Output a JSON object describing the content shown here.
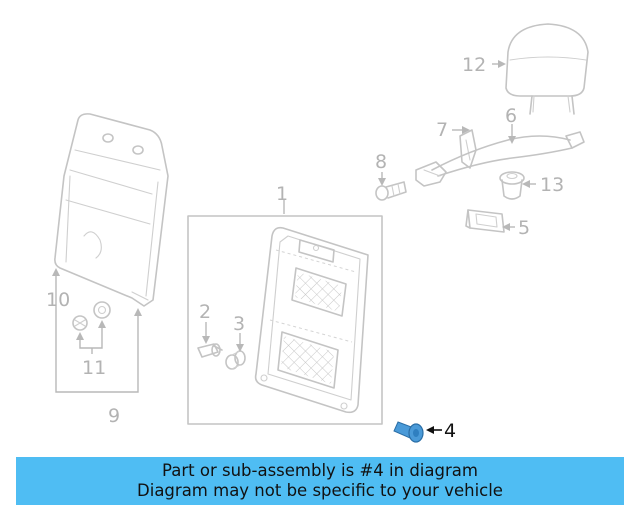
{
  "callouts": {
    "c1": "1",
    "c2": "2",
    "c3": "3",
    "c4": "4",
    "c5": "5",
    "c6": "6",
    "c7": "7",
    "c8": "8",
    "c9": "9",
    "c10": "10",
    "c11": "11",
    "c12": "12",
    "c13": "13"
  },
  "highlight": {
    "part": "4",
    "color": "#4a9ad8"
  },
  "banner": {
    "line1": "Part or sub-assembly is #4 in diagram",
    "line2": "Diagram may not be specific to your vehicle",
    "background": "#4fbdf3"
  }
}
